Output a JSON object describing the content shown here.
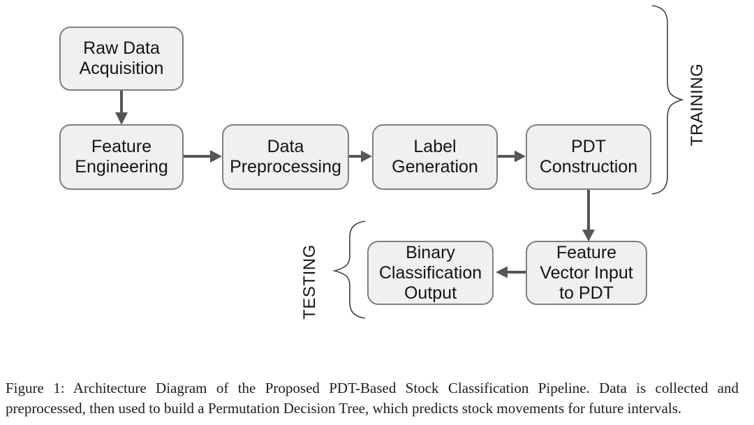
{
  "colors": {
    "background": "#ffffff",
    "box-fill": "#f0f0f0",
    "box-border": "#7f7f7f",
    "arrow": "#555657",
    "brace": "#3f3f3f",
    "diagram-text": "#141414",
    "caption-text": "#1c1c1c"
  },
  "figure": {
    "boxes": [
      {
        "id": "raw-data-acquisition",
        "text": "Raw Data\nAcquisition"
      },
      {
        "id": "feature-engineering",
        "text": "Feature\nEngineering"
      },
      {
        "id": "data-preprocessing",
        "text": "Data\nPreprocessing"
      },
      {
        "id": "label-generation",
        "text": "Label\nGeneration"
      },
      {
        "id": "pdt-construction",
        "text": "PDT\nConstruction"
      },
      {
        "id": "feature-vector-input-to-pdt",
        "text": "Feature\nVector Input\nto PDT"
      },
      {
        "id": "binary-classification-output",
        "text": "Binary\nClassification\nOutput"
      }
    ],
    "phase_labels": {
      "training": "TRAINING",
      "testing": "TESTING"
    }
  },
  "caption": {
    "line1": "Figure 1: Architecture Diagram of the Proposed PDT-Based Stock Classification Pipeline. Data is collected and",
    "line2": "preprocessed, then used to build a Permutation Decision Tree, which predicts stock movements for future intervals."
  }
}
